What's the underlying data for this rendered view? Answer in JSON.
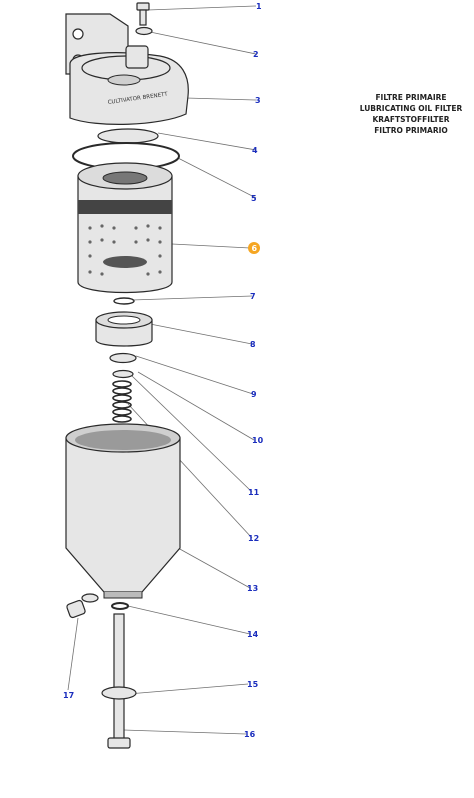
{
  "titles": [
    "FILTRE PRIMAIRE",
    "LUBRICATING OIL FILTER",
    "KRAFTSTOFFILTER",
    "FILTRO PRIMARIO"
  ],
  "head_marking": "CULTIVATOR BRENETT",
  "callouts": [
    {
      "id": "1",
      "label": "1",
      "highlighted": false
    },
    {
      "id": "2",
      "label": "2",
      "highlighted": false
    },
    {
      "id": "3",
      "label": "3",
      "highlighted": false
    },
    {
      "id": "4",
      "label": "4",
      "highlighted": false
    },
    {
      "id": "5",
      "label": "5",
      "highlighted": false
    },
    {
      "id": "6",
      "label": "6",
      "highlighted": true
    },
    {
      "id": "7",
      "label": "7",
      "highlighted": false
    },
    {
      "id": "8",
      "label": "8",
      "highlighted": false
    },
    {
      "id": "9",
      "label": "9",
      "highlighted": false
    },
    {
      "id": "10",
      "label": "10",
      "highlighted": false
    },
    {
      "id": "11",
      "label": "11",
      "highlighted": false
    },
    {
      "id": "12",
      "label": "12",
      "highlighted": false
    },
    {
      "id": "13",
      "label": "13",
      "highlighted": false
    },
    {
      "id": "14",
      "label": "14",
      "highlighted": false
    },
    {
      "id": "15",
      "label": "15",
      "highlighted": false
    },
    {
      "id": "16",
      "label": "16",
      "highlighted": false
    },
    {
      "id": "17",
      "label": "17",
      "highlighted": false
    }
  ],
  "colors": {
    "callout": "#1a2dbd",
    "highlight": "#f5a623"
  }
}
